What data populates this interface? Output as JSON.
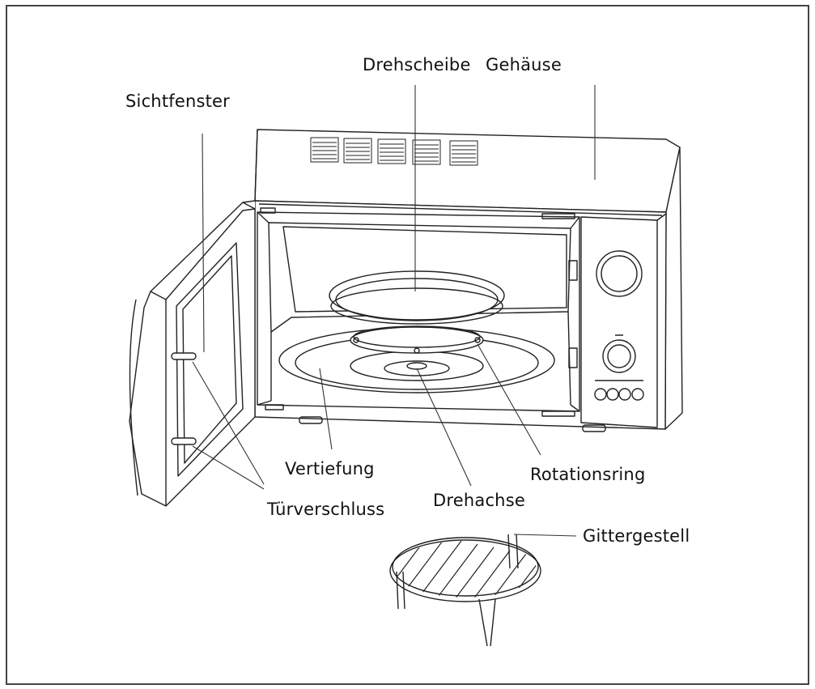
{
  "labels": {
    "sichtfenster": "Sichtfenster",
    "drehscheibe": "Drehscheibe",
    "gehaeuse": "Gehäuse",
    "vertiefung": "Vertiefung",
    "tuerverschluss": "Türverschluss",
    "drehachse": "Drehachse",
    "rotationsring": "Rotationsring",
    "gittergestell": "Gittergestell"
  }
}
